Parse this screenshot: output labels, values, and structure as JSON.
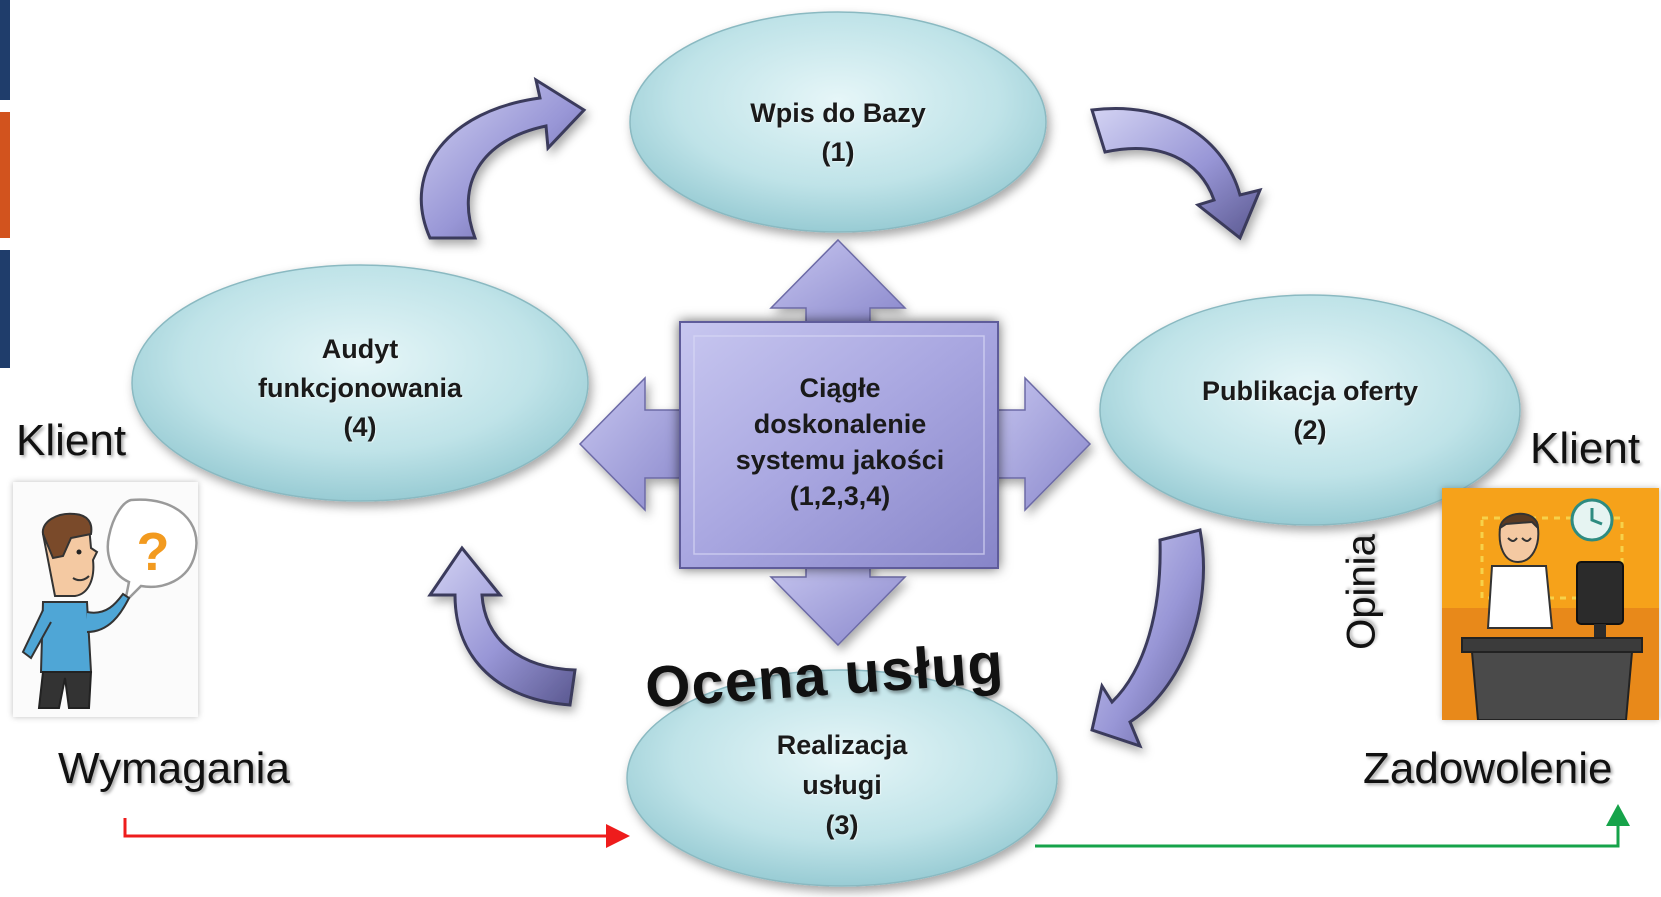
{
  "cycle_nodes": {
    "wpis": {
      "line1": "Wpis do Bazy",
      "line2": "(1)"
    },
    "publikacja": {
      "line1": "Publikacja oferty",
      "line2": "(2)"
    },
    "realizacja": {
      "line1": "Realizacja",
      "line2": "usługi",
      "line3": "(3)"
    },
    "audyt": {
      "line1": "Audyt",
      "line2": "funkcjonowania",
      "line3": "(4)"
    }
  },
  "center": {
    "line1": "Ciągłe",
    "line2": "doskonalenie",
    "line3": "systemu jakości",
    "line4": "(1,2,3,4)"
  },
  "ocena_label": "Ocena usług",
  "left_client": {
    "label": "Klient",
    "requirement": "Wymagania",
    "icon": "confused-person-icon"
  },
  "right_client": {
    "label": "Klient",
    "outcome": "Zadowolenie",
    "side_label": "Opinia",
    "icon": "relaxed-person-at-desk-icon"
  },
  "colors": {
    "ellipse_fill": "#bfe3e8",
    "center_fill": "#a8a6e0",
    "flow_in": "#ee1c1c",
    "flow_out": "#16a34a",
    "bar_blue": "#1f3d6b",
    "bar_orange": "#d2531e"
  }
}
